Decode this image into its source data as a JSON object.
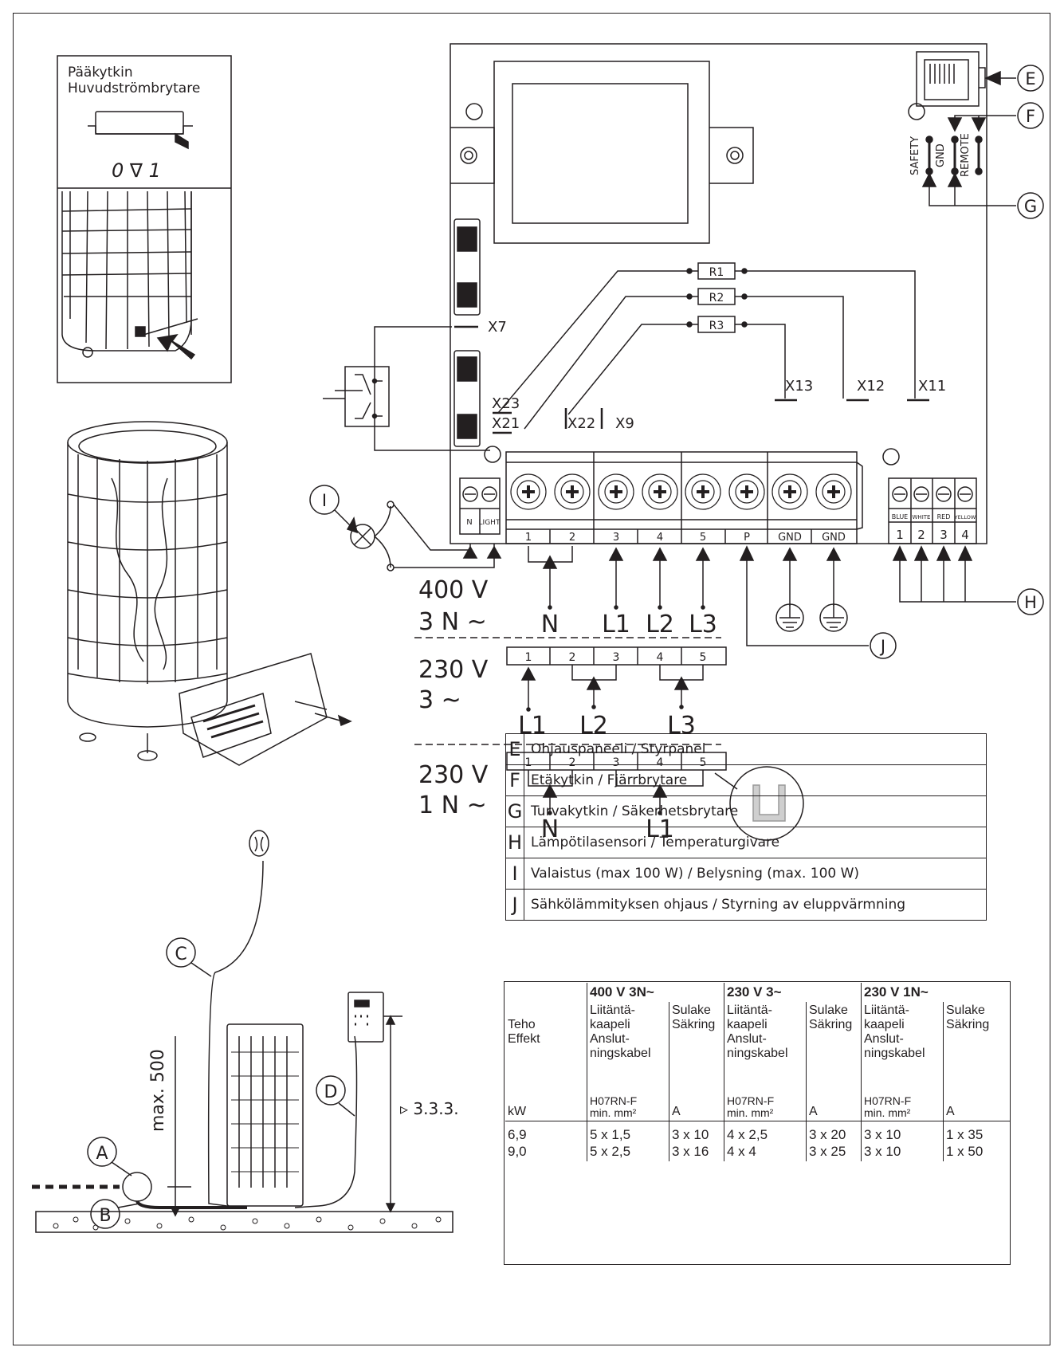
{
  "switch": {
    "title_line1": "Pääkytkin",
    "title_line2": "Huvudströmbrytare",
    "positions": "0 ∇ 1"
  },
  "board": {
    "resistors": [
      "R1",
      "R2",
      "R3"
    ],
    "connectors": [
      "X7",
      "X23",
      "X21",
      "X22",
      "X9",
      "X13",
      "X12",
      "X11"
    ],
    "signal_pins": [
      "SAFETY",
      "GND",
      "REMOTE"
    ],
    "light_terminal": [
      "N",
      "LIGHT"
    ],
    "main_terminal": [
      "1",
      "2",
      "3",
      "4",
      "5",
      "P",
      "GND",
      "GND"
    ],
    "sensor_colors": [
      "BLUE",
      "WHITE",
      "RED",
      "YELLOW"
    ],
    "sensor_numbers": [
      "1",
      "2",
      "3",
      "4"
    ]
  },
  "callouts": [
    "E",
    "F",
    "G",
    "H",
    "I",
    "J",
    "A",
    "B",
    "C",
    "D"
  ],
  "wiring": {
    "v400": {
      "voltage": "400 V",
      "phase": "3 N ~",
      "labels": [
        "N",
        "L1",
        "L2",
        "L3"
      ]
    },
    "v230_3": {
      "voltage": "230 V",
      "phase": "3 ~",
      "terminals": [
        "1",
        "2",
        "3",
        "4",
        "5"
      ],
      "labels": [
        "L1",
        "L2",
        "L3"
      ]
    },
    "v230_1": {
      "voltage": "230 V",
      "phase": "1 N ~",
      "terminals": [
        "1",
        "2",
        "3",
        "4",
        "5"
      ],
      "labels": [
        "N",
        "L1"
      ]
    }
  },
  "install": {
    "max_label": "max. 500",
    "ref_label": "▹ 3.3.3."
  },
  "legend": [
    {
      "key": "E",
      "text": "Ohjauspaneeli / Styrpanel"
    },
    {
      "key": "F",
      "text": "Etäkytkin / Fjärrbrytare"
    },
    {
      "key": "G",
      "text": "Turvakytkin / Säkerhetsbrytare"
    },
    {
      "key": "H",
      "text": "Lämpötilasensori / Temperaturgivare"
    },
    {
      "key": "I",
      "text": "Valaistus (max 100 W) / Belysning (max. 100 W)"
    },
    {
      "key": "J",
      "text": "Sähkölämmityksen ohjaus / Styrning av eluppvärmning"
    }
  ],
  "specs": {
    "groups": [
      "400 V 3N~",
      "230 V 3~",
      "230 V 1N~"
    ],
    "power_label": "Teho\nEffekt",
    "cable_label": "Liitäntä-\nkaapeli\nAnslut-\nningskabel",
    "fuse_label": "Sulake\nSäkring",
    "cable_unit": "H07RN-F\nmin. mm²",
    "fuse_unit": "A",
    "power_unit": "kW",
    "rows": [
      {
        "kw": "6,9",
        "c400": "5 x 1,5",
        "f400": "3 x 10",
        "c230": "4 x 2,5",
        "f230": "3 x 20",
        "c1n": "3 x 10",
        "f1n": "1 x 35"
      },
      {
        "kw": "9,0",
        "c400": "5 x 2,5",
        "f400": "3 x 16",
        "c230": "4 x 4",
        "f230": "3 x 25",
        "c1n": "3 x 10",
        "f1n": "1 x 50"
      }
    ]
  }
}
